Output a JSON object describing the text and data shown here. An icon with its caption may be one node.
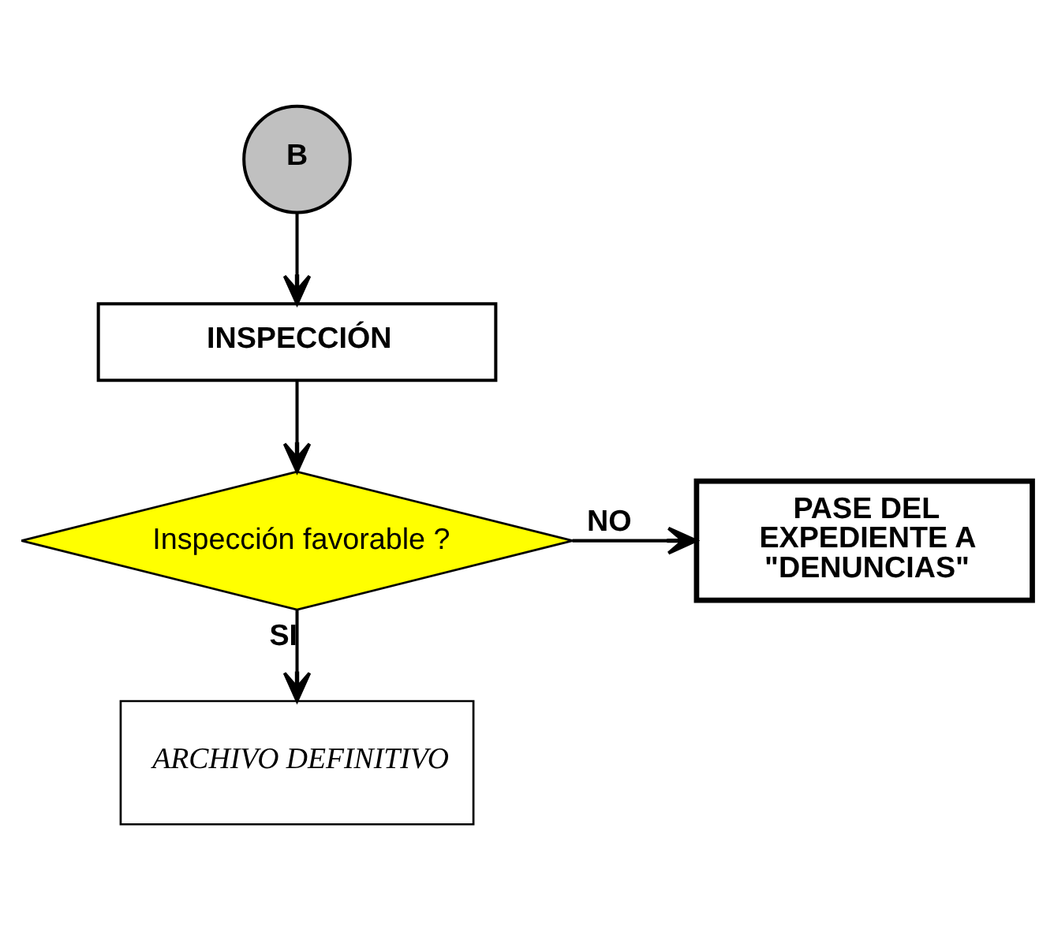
{
  "diagram": {
    "nodes": [
      {
        "text": [
          "B"
        ]
      },
      {
        "text": [
          "INSPECCIÓN"
        ]
      },
      {
        "text": [
          "Inspección favorable ?"
        ]
      },
      {
        "text": [
          "PASE DEL EXPEDIENTE A \"DENUNCIAS\""
        ]
      },
      {
        "text": [
          "ARCHIVO DEFINITIVO"
        ]
      }
    ],
    "edges": [
      {
        "from": 0,
        "to": 1,
        "arrow": "to"
      },
      {
        "from": 1,
        "to": 2,
        "arrow": "to"
      },
      {
        "from": 2,
        "to": 3,
        "arrow": "to",
        "label": "NO"
      },
      {
        "from": 2,
        "to": 4,
        "arrow": "to",
        "label": "SI"
      }
    ]
  }
}
